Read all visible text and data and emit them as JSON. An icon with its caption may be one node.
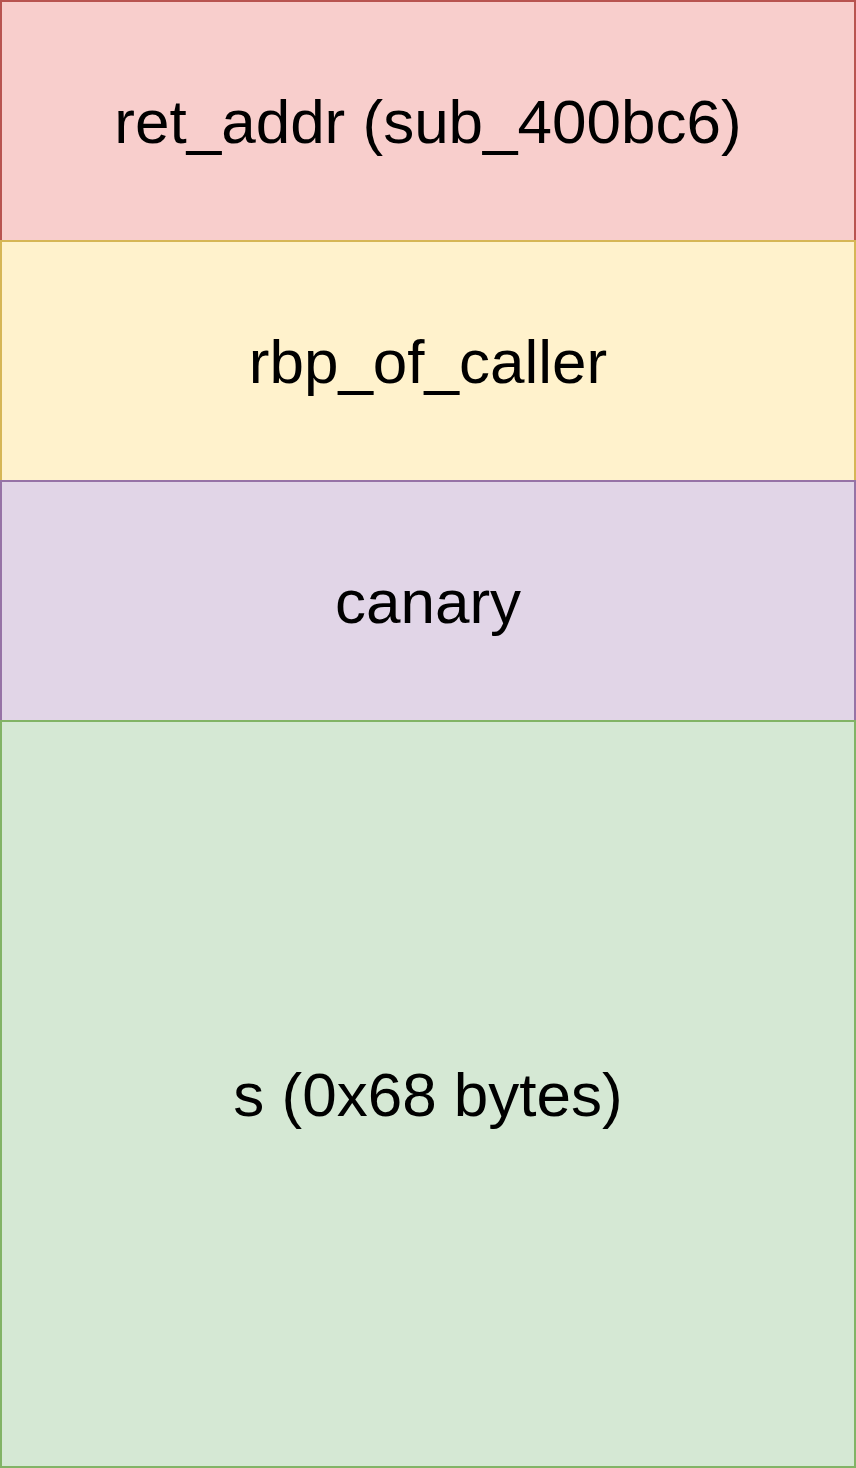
{
  "diagram": {
    "nodes": [
      {
        "text": [
          "ret_addr (sub_400bc6)"
        ]
      },
      {
        "text": [
          "rbp_of_caller"
        ]
      },
      {
        "text": [
          "canary"
        ]
      },
      {
        "text": [
          "s (0x68 bytes)"
        ]
      }
    ]
  }
}
